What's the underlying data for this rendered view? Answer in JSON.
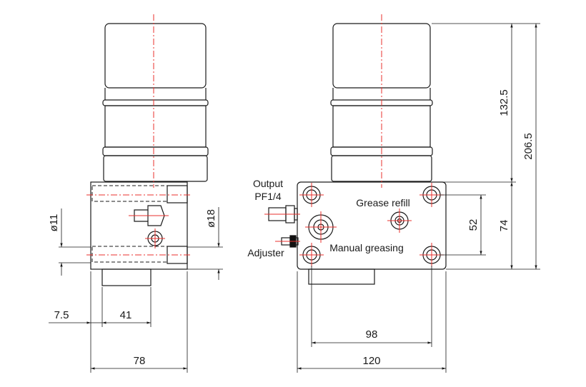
{
  "labels": {
    "output": "Output",
    "output_thread": "PF1/4",
    "grease_refill": "Grease refill",
    "adjuster": "Adjuster",
    "manual_greasing": "Manual greasing"
  },
  "dimensions": {
    "dia_11": "ø11",
    "dia_18": "ø18",
    "d_7_5": "7.5",
    "d_41": "41",
    "d_78": "78",
    "d_98": "98",
    "d_120": "120",
    "d_52": "52",
    "d_74": "74",
    "d_132_5": "132.5",
    "d_206_5": "206.5"
  },
  "colors": {
    "line": "#1a1a1a",
    "centerline": "#e8302c",
    "background": "#ffffff"
  }
}
